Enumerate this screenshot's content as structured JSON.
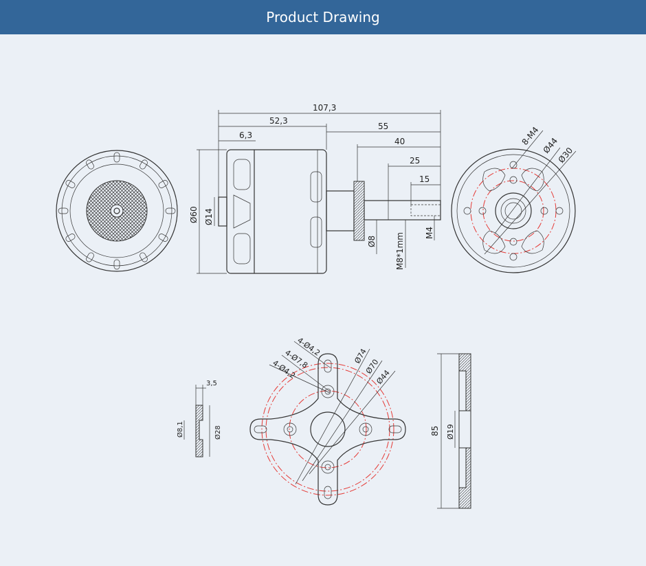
{
  "header": {
    "title": "Product Drawing"
  },
  "side_view": {
    "overall_length": "107,3",
    "body_length": "52,3",
    "flange": "6,3",
    "shaft_total": "55",
    "shaft_40": "40",
    "thread": "25",
    "m4_depth": "15",
    "diameter": "Ø60",
    "boss": "Ø14",
    "shaft_dia": "Ø8",
    "thread_spec": "M8*1mm",
    "inner_thread": "M4"
  },
  "front_view": {
    "holes": "8-M4",
    "d44": "Ø44",
    "d30": "Ø30"
  },
  "washer": {
    "thickness": "3,5",
    "inner": "Ø8,1",
    "outer": "Ø28"
  },
  "mount": {
    "holes_outer": "4-Ø4,2",
    "holes_mid": "4-Ø7,8",
    "holes_inner": "4-Ø4,2",
    "d74": "Ø74",
    "d70": "Ø70",
    "d44": "Ø44"
  },
  "mount_side": {
    "height": "85",
    "bore": "Ø19"
  }
}
